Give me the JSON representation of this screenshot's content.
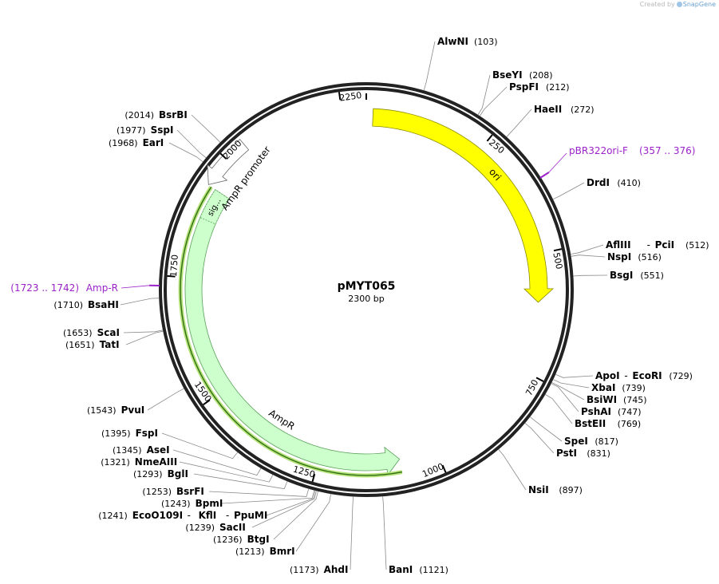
{
  "credit": {
    "created_by": "Created by",
    "brand": "SnapGene"
  },
  "plasmid": {
    "name": "pMYT065",
    "size_label": "2300 bp",
    "length": 2300
  },
  "ruler": [
    {
      "pos": 250,
      "label": "250"
    },
    {
      "pos": 500,
      "label": "500"
    },
    {
      "pos": 750,
      "label": "750"
    },
    {
      "pos": 1000,
      "label": "1000"
    },
    {
      "pos": 1250,
      "label": "1250"
    },
    {
      "pos": 1500,
      "label": "1500"
    },
    {
      "pos": 1750,
      "label": "1750"
    },
    {
      "pos": 2000,
      "label": "2000"
    },
    {
      "pos": 2250,
      "label": "2250"
    }
  ],
  "features": [
    {
      "name": "ori",
      "start": 14,
      "end": 602,
      "strand": "+",
      "color": "#ffff00",
      "label": "ori"
    },
    {
      "name": "AmpR",
      "start": 1079,
      "end": 1939,
      "strand": "-",
      "color": "#ccffcc",
      "label": "AmpR"
    },
    {
      "name": "AmpR signal sequence",
      "start": 1875,
      "end": 1939,
      "strand": "-",
      "color": "#ccffcc",
      "label": "sig..."
    },
    {
      "name": "AmpR promoter",
      "start": 1940,
      "end": 2044,
      "strand": "-",
      "color": "#ffffff",
      "label": "AmpR promoter"
    }
  ],
  "primers": [
    {
      "name": "pBR322ori-F",
      "range": "(357 .. 376)",
      "pos": 366
    },
    {
      "name": "Amp-R",
      "range": "(1723 .. 1742)",
      "pos": 1732
    }
  ],
  "sites": [
    {
      "name": "AlwNI",
      "pos": 103,
      "pos_label": "(103)"
    },
    {
      "name": "BseYI",
      "pos": 208,
      "pos_label": "(208)"
    },
    {
      "name": "PspFI",
      "pos": 212,
      "pos_label": "(212)"
    },
    {
      "name": "HaeII",
      "pos": 272,
      "pos_label": "(272)"
    },
    {
      "name": "DrdI",
      "pos": 410,
      "pos_label": "(410)"
    },
    {
      "name": "AflIII",
      "name2": "PciI",
      "pos": 512,
      "pos_label": "(512)"
    },
    {
      "name": "NspI",
      "pos": 516,
      "pos_label": "(516)"
    },
    {
      "name": "BsgI",
      "pos": 551,
      "pos_label": "(551)"
    },
    {
      "name": "ApoI",
      "name2": "EcoRI",
      "pos": 729,
      "pos_label": "(729)"
    },
    {
      "name": "XbaI",
      "pos": 739,
      "pos_label": "(739)"
    },
    {
      "name": "BsiWI",
      "pos": 745,
      "pos_label": "(745)"
    },
    {
      "name": "PshAI",
      "pos": 747,
      "pos_label": "(747)"
    },
    {
      "name": "BstEII",
      "pos": 769,
      "pos_label": "(769)"
    },
    {
      "name": "SpeI",
      "pos": 817,
      "pos_label": "(817)"
    },
    {
      "name": "PstI",
      "pos": 831,
      "pos_label": "(831)"
    },
    {
      "name": "NsiI",
      "pos": 897,
      "pos_label": "(897)"
    },
    {
      "name": "BanI",
      "pos": 1121,
      "pos_label": "(1121)"
    },
    {
      "name": "AhdI",
      "pos": 1173,
      "pos_label": "(1173)"
    },
    {
      "name": "BmrI",
      "pos": 1213,
      "pos_label": "(1213)"
    },
    {
      "name": "BtgI",
      "pos": 1236,
      "pos_label": "(1236)"
    },
    {
      "name": "SacII",
      "pos": 1239,
      "pos_label": "(1239)"
    },
    {
      "name": "EcoO109I",
      "name2": "KflI",
      "name3": "PpuMI",
      "pos": 1241,
      "pos_label": "(1241)"
    },
    {
      "name": "BpmI",
      "pos": 1243,
      "pos_label": "(1243)"
    },
    {
      "name": "BsrFI",
      "pos": 1253,
      "pos_label": "(1253)"
    },
    {
      "name": "BglI",
      "pos": 1293,
      "pos_label": "(1293)"
    },
    {
      "name": "NmeAIII",
      "pos": 1321,
      "pos_label": "(1321)"
    },
    {
      "name": "AseI",
      "pos": 1345,
      "pos_label": "(1345)"
    },
    {
      "name": "FspI",
      "pos": 1395,
      "pos_label": "(1395)"
    },
    {
      "name": "PvuI",
      "pos": 1543,
      "pos_label": "(1543)"
    },
    {
      "name": "TatI",
      "pos": 1651,
      "pos_label": "(1651)"
    },
    {
      "name": "ScaI",
      "pos": 1653,
      "pos_label": "(1653)"
    },
    {
      "name": "BsaHI",
      "pos": 1710,
      "pos_label": "(1710)"
    },
    {
      "name": "EarI",
      "pos": 1968,
      "pos_label": "(1968)"
    },
    {
      "name": "SspI",
      "pos": 1977,
      "pos_label": "(1977)"
    },
    {
      "name": "BsrBI",
      "pos": 2014,
      "pos_label": "(2014)"
    }
  ]
}
